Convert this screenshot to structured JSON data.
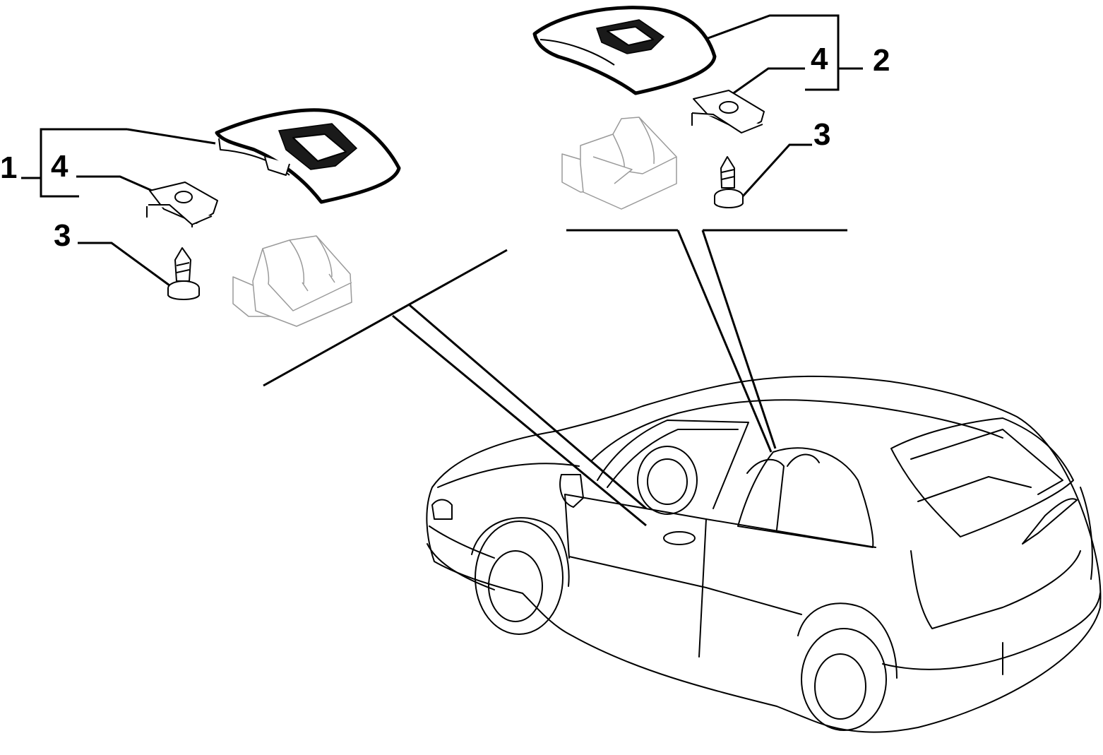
{
  "callouts": {
    "left_group": "1",
    "right_group": "2",
    "left_clip": "4",
    "right_clip": "4",
    "left_screw": "3",
    "right_screw": "3"
  },
  "colors": {
    "ink": "#000000",
    "faint_part": "#9a9a9a",
    "background": "#ffffff"
  }
}
